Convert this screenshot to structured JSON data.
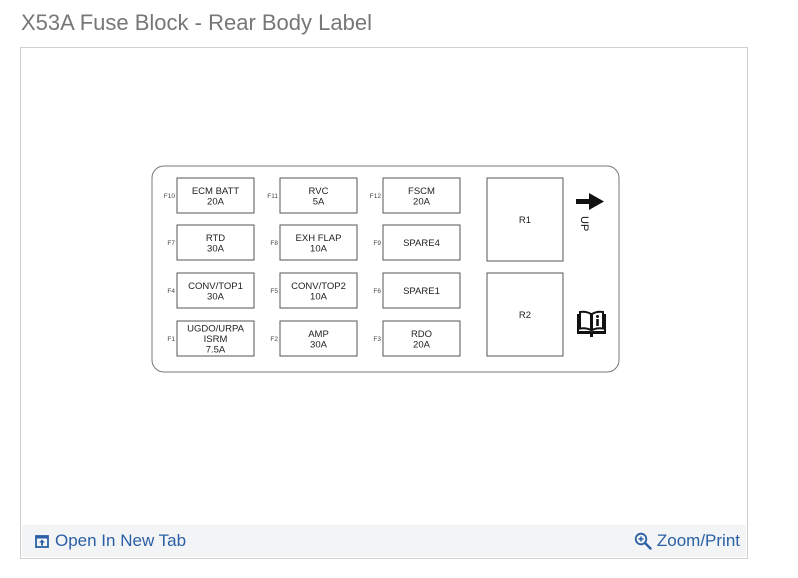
{
  "title": "X53A Fuse Block - Rear Body Label",
  "footer": {
    "open_new_tab": "Open In New Tab",
    "zoom_print": "Zoom/Print",
    "open_icon": "open-in-new-tab-icon",
    "zoom_icon": "zoom-magnifier-icon",
    "link_color": "#2a5fa5"
  },
  "fuses": [
    {
      "id": "F10",
      "lines": [
        "ECM BATT",
        "20A"
      ]
    },
    {
      "id": "F11",
      "lines": [
        "RVC",
        "5A"
      ]
    },
    {
      "id": "F12",
      "lines": [
        "FSCM",
        "20A"
      ]
    },
    {
      "id": "F7",
      "lines": [
        "RTD",
        "30A"
      ]
    },
    {
      "id": "F8",
      "lines": [
        "EXH FLAP",
        "10A"
      ]
    },
    {
      "id": "F9",
      "lines": [
        "SPARE4"
      ]
    },
    {
      "id": "F4",
      "lines": [
        "CONV/TOP1",
        "30A"
      ]
    },
    {
      "id": "F5",
      "lines": [
        "CONV/TOP2",
        "10A"
      ]
    },
    {
      "id": "F6",
      "lines": [
        "SPARE1"
      ]
    },
    {
      "id": "F1",
      "lines": [
        "UGDO/URPA",
        "ISRM",
        "7.5A"
      ]
    },
    {
      "id": "F2",
      "lines": [
        "AMP",
        "30A"
      ]
    },
    {
      "id": "F3",
      "lines": [
        "RDO",
        "20A"
      ]
    }
  ],
  "relays": [
    {
      "label": "R1"
    },
    {
      "label": "R2"
    }
  ],
  "orientation": {
    "label": "UP",
    "icon": "up-arrow-icon"
  },
  "manual_icon": "owners-manual-book-icon"
}
